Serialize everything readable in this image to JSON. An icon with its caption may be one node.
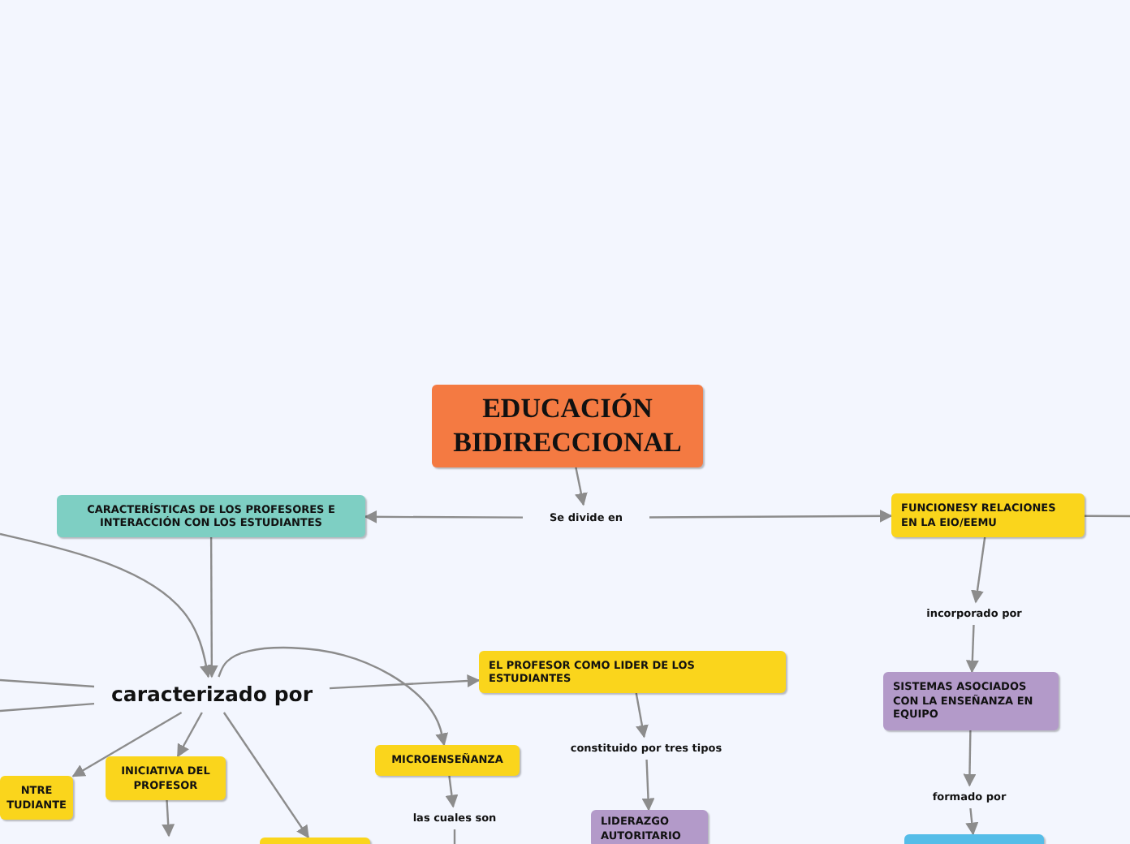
{
  "diagram": {
    "nodes": [
      {
        "text": [
          "EDUCACIÓN BIDIRECCIONAL"
        ]
      },
      {
        "text": [
          "Se divide en"
        ]
      },
      {
        "text": [
          "CARACTERÍSTICAS DE LOS PROFESORES E INTERACCIÓN CON LOS ESTUDIANTES"
        ]
      },
      {
        "text": [
          "FUNCIONESY RELACIONES EN LA EIO/EEMU"
        ]
      },
      {
        "text": [
          "caracterizado por"
        ]
      },
      {
        "text": [
          "EL PROFESOR COMO LIDER DE LOS ESTUDIANTES"
        ]
      },
      {
        "text": [
          "incorporado por"
        ]
      },
      {
        "text": [
          "SISTEMAS ASOCIADOS CON LA ENSEÑANZA EN EQUIPO"
        ]
      },
      {
        "text": [
          "MICROENSEÑANZA"
        ]
      },
      {
        "text": [
          "constituido por tres tipos"
        ]
      },
      {
        "text": [
          "NTRE TUDIANTE"
        ]
      },
      {
        "text": [
          "INICIATIVA DEL PROFESOR"
        ]
      },
      {
        "text": [
          "las cuales son"
        ]
      },
      {
        "text": [
          "formado por"
        ]
      },
      {
        "text": [
          "LIDERAZGO AUTORITARIO"
        ]
      },
      {
        "text": [],
        "shape": "box"
      },
      {
        "text": [],
        "shape": "box"
      }
    ],
    "edges": [
      {
        "from": 0,
        "to": 1,
        "arrow": "to"
      },
      {
        "from": 1,
        "to": 2,
        "arrow": "to"
      },
      {
        "from": 1,
        "to": 3,
        "arrow": "to"
      },
      {
        "from": 3,
        "to": null,
        "arrow": "none"
      },
      {
        "from": null,
        "to": 4,
        "arrow": "to"
      },
      {
        "from": 2,
        "to": 4,
        "arrow": "to"
      },
      {
        "from": 4,
        "to": null,
        "arrow": "none"
      },
      {
        "from": 4,
        "to": null,
        "arrow": "none"
      },
      {
        "from": 4,
        "to": 5,
        "arrow": "to"
      },
      {
        "from": 4,
        "to": 8,
        "arrow": "to"
      },
      {
        "from": 4,
        "to": 10,
        "arrow": "to"
      },
      {
        "from": 4,
        "to": 11,
        "arrow": "to"
      },
      {
        "from": 4,
        "to": 15,
        "arrow": "to"
      },
      {
        "from": 3,
        "to": 6,
        "arrow": "to"
      },
      {
        "from": 6,
        "to": 7,
        "arrow": "to"
      },
      {
        "from": 7,
        "to": 13,
        "arrow": "to"
      },
      {
        "from": 13,
        "to": 16,
        "arrow": "to"
      },
      {
        "from": 5,
        "to": 9,
        "arrow": "to"
      },
      {
        "from": 9,
        "to": 14,
        "arrow": "to"
      },
      {
        "from": 8,
        "to": 12,
        "arrow": "to"
      },
      {
        "from": 11,
        "to": null,
        "arrow": "to"
      },
      {
        "from": 12,
        "to": null,
        "arrow": "none"
      }
    ]
  }
}
